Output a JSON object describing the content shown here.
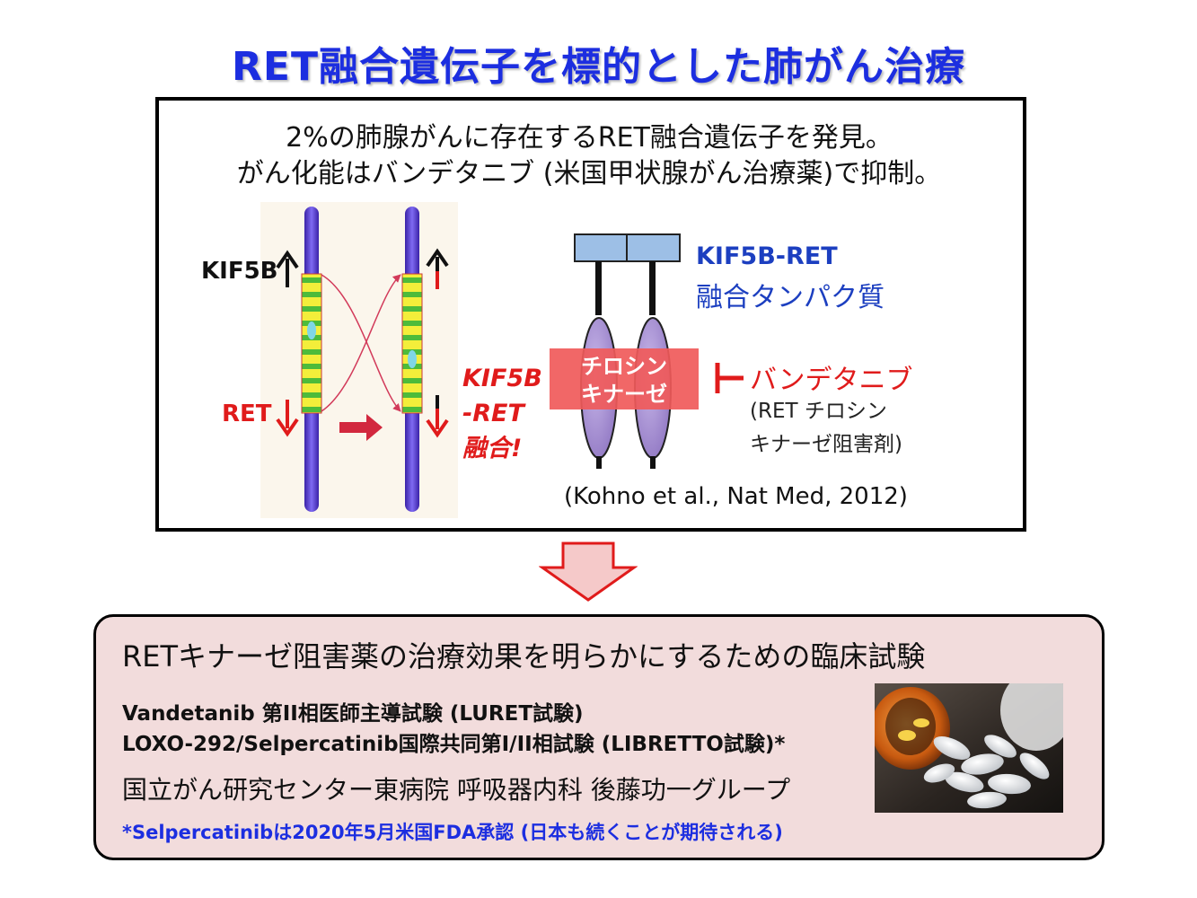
{
  "title": "RET融合遺伝子を標的とした肺がん治療",
  "intro": {
    "line1": "2%の肺腺がんに存在するRET融合遺伝子を発見。",
    "line2": "がん化能はバンデタニブ (米国甲状腺がん治療薬)で抑制。"
  },
  "chromosome": {
    "kif_label": "KIF5B",
    "ret_label": "RET",
    "fusion_line1": "KIF5B",
    "fusion_line2": "-RET",
    "fusion_line3": "融合!"
  },
  "protein": {
    "name": "KIF5B-RET",
    "subtitle": "融合タンパク質",
    "kinase_line1": "チロシン",
    "kinase_line2": "キナーゼ"
  },
  "drug": {
    "name": "バンデタニブ",
    "desc_line1": "(RET チロシン",
    "desc_line2": "キナーゼ阻害剤)"
  },
  "citation": "(Kohno et al., Nat Med, 2012)",
  "bottom": {
    "title": "RETキナーゼ阻害薬の治療効果を明らかにするための臨床試験",
    "trial1": "Vandetanib 第II相医師主導試験 (LURET試験)",
    "trial2": "LOXO-292/Selpercatinib国際共同第I/II相試験 (LIBRETTO試験)*",
    "group": "国立がん研究センター東病院 呼吸器内科 後藤功一グループ",
    "note": "*Selpercatinibは2020年5月米国FDA承認 (日本も続くことが期待される)"
  },
  "colors": {
    "title_blue": "#1c2ee0",
    "protein_blue": "#1c3fc0",
    "red": "#e01b1b",
    "chromosome_purple": "#5b3fd6",
    "kinase_band": "#f05a5a",
    "bottom_bg": "#f2dcdc",
    "arrow_fill": "#f5c9c9"
  }
}
